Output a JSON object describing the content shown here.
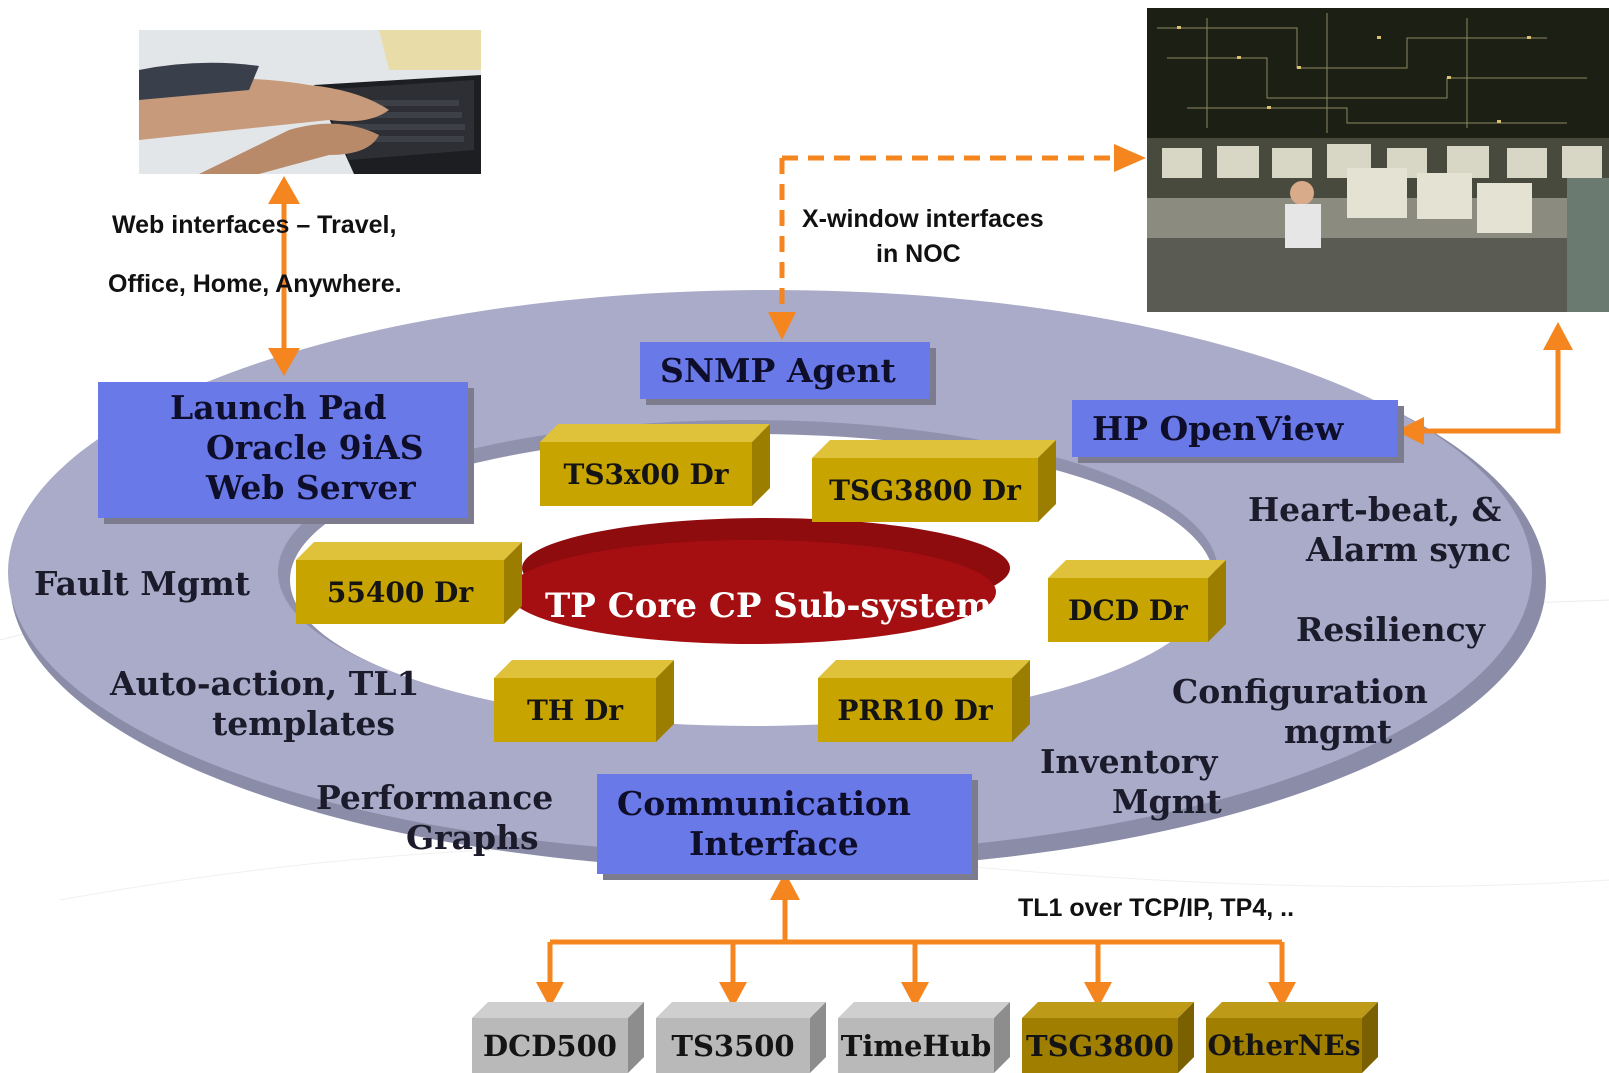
{
  "boxes": {
    "launch_pad": [
      "Launch Pad",
      "Oracle 9iAS",
      "Web Server"
    ],
    "snmp_agent": "SNMP Agent",
    "hp_openview": "HP OpenView",
    "communication": [
      "Communication",
      "Interface"
    ]
  },
  "core": "TP Core CP Sub-system",
  "drivers": {
    "ts3x00": "TS3x00 Dr",
    "tsg3800": "TSG3800 Dr",
    "d55400": "55400 Dr",
    "dcd": "DCD Dr",
    "th": "TH Dr",
    "prr10": "PRR10 Dr"
  },
  "ring_labels": {
    "fault": "Fault Mgmt",
    "auto_action": [
      "Auto-action, TL1",
      "templates"
    ],
    "performance": [
      "Performance",
      "Graphs"
    ],
    "heartbeat": [
      "Heart-beat, &",
      "Alarm sync"
    ],
    "resiliency": "Resiliency",
    "configuration": [
      "Configuration",
      "mgmt"
    ],
    "inventory": [
      "Inventory",
      "Mgmt"
    ]
  },
  "notes": {
    "web": [
      "Web interfaces – Travel,",
      "Office, Home, Anywhere."
    ],
    "xwindow": [
      "X-window interfaces",
      "in NOC"
    ],
    "tl1": "TL1 over TCP/IP, TP4, .."
  },
  "network_elements": [
    "DCD500",
    "TS3500",
    "TimeHub",
    "TSG3800",
    "OtherNEs"
  ],
  "colors": {
    "ring": "#a7a9c6",
    "box_blue": "#6a79e8",
    "driver_gold": "#c8a400",
    "core_red": "#a50f12",
    "arrow_orange": "#f5861f",
    "ne_gray": "#b9b9b9",
    "ne_olive": "#a07e00"
  },
  "icons": {
    "laptop_photo": "laptop-typing-photo",
    "noc_photo": "network-operations-center-photo"
  }
}
